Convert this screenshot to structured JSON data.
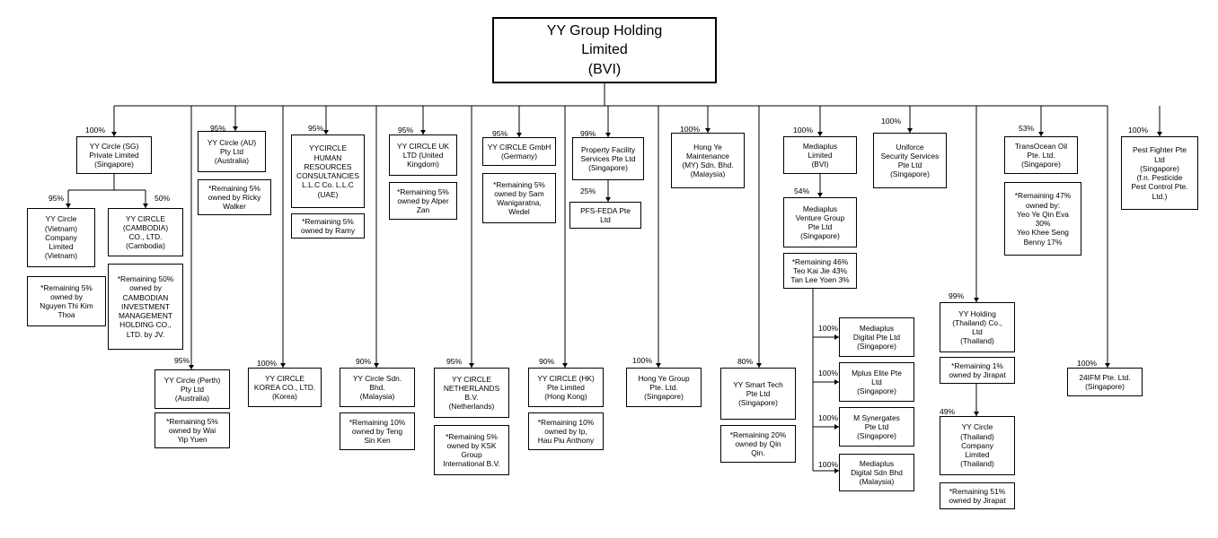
{
  "root": {
    "title": "YY Group Holding\nLimited\n(BVI)"
  },
  "entities": [
    {
      "name": "YY Circle (SG)\nPrivate Limited\n(Singapore)",
      "pct": "100%"
    },
    {
      "name": "YY Circle\n(Vietnam)\nCompany\nLimited\n(Vietnam)",
      "pct": "95%"
    },
    {
      "name": "YY CIRCLE\n(CAMBODIA)\nCO., LTD.\n(Cambodia)",
      "pct": "50%"
    },
    {
      "name": "*Remaining 5%\nowned by\nNguyen Thi Kim\nThoa"
    },
    {
      "name": "*Remaining 50%\nowned by\nCAMBODIAN\nINVESTMENT\nMANAGEMENT\nHOLDING CO.,\nLTD. by JV."
    },
    {
      "name": "YY Circle (AU)\nPty Ltd\n(Australia)",
      "pct": "95%"
    },
    {
      "name": "*Remaining 5%\nowned by Ricky\nWalker"
    },
    {
      "name": "YY Circle (Perth)\nPty Ltd\n(Australia)",
      "pct": "95%"
    },
    {
      "name": "*Remaining 5%\nowned by Wai\nYip Yuen"
    },
    {
      "name": "YYCIRCLE\nHUMAN\nRESOURCES\nCONSULTANCIES\nL.L.C Co. L.L.C\n(UAE)",
      "pct": "95%"
    },
    {
      "name": "*Remaining 5%\nowned by Ramy"
    },
    {
      "name": "YY CIRCLE\nKOREA CO., LTD.\n(Korea)",
      "pct": "100%"
    },
    {
      "name": "YY CIRCLE UK\nLTD (United\nKingdom)",
      "pct": "95%"
    },
    {
      "name": "*Remaining 5%\nowned by Alper\nZan"
    },
    {
      "name": "YY Circle Sdn.\nBhd.\n(Malaysia)",
      "pct": "90%"
    },
    {
      "name": "*Remaining 10%\nowned by Teng\nSin Ken"
    },
    {
      "name": "YY CIRCLE GmbH\n(Germany)",
      "pct": "95%"
    },
    {
      "name": "*Remaining 5%\nowned by Sam\nWanigaratna,\nWedel"
    },
    {
      "name": "YY CIRCLE\nNETHERLANDS\nB.V.\n(Netherlands)",
      "pct": "95%"
    },
    {
      "name": "*Remaining 5%\nowned by KSK\nGroup\nInternational B.V."
    },
    {
      "name": "Property Facility\nServices Pte Ltd\n(Singapore)",
      "pct": "99%"
    },
    {
      "name": "PFS-FEDA Pte\nLtd",
      "pct": "25%"
    },
    {
      "name": "YY CIRCLE (HK)\nPte Limited\n(Hong Kong)",
      "pct": "90%"
    },
    {
      "name": "*Remaining 10%\nowned by Ip,\nHau Piu Anthony"
    },
    {
      "name": "Hong Ye\nMaintenance\n(MY) Sdn. Bhd.\n(Malaysia)",
      "pct": "100%"
    },
    {
      "name": "Hong Ye Group\nPte. Ltd.\n(Singapore)",
      "pct": "100%"
    },
    {
      "name": "YY Smart Tech\nPte Ltd\n(Singapore)",
      "pct": "80%"
    },
    {
      "name": "*Remaining 20%\nowned by Qin\nQin."
    },
    {
      "name": "Mediaplus\nLimited\n(BVI)",
      "pct": "100%"
    },
    {
      "name": "Mediaplus\nVenture Group\nPte Ltd\n(Singapore)",
      "pct": "54%"
    },
    {
      "name": "*Remaining 46%\nTeo Kai Jie 43%\nTan Lee Yoen 3%"
    },
    {
      "name": "Mediaplus\nDigital Pte Ltd\n(Singapore)",
      "pct": "100%"
    },
    {
      "name": "Mplus Elite Pte\nLtd\n(Singapore)",
      "pct": "100%"
    },
    {
      "name": "M Synergates\nPte Ltd\n(Singapore)",
      "pct": "100%"
    },
    {
      "name": "Mediaplus\nDigital Sdn Bhd\n(Malaysia)",
      "pct": "100%"
    },
    {
      "name": "Uniforce\nSecurity Services\nPte Ltd\n(Singapore)",
      "pct": "100%"
    },
    {
      "name": "YY Holding\n(Thailand) Co.,\nLtd\n(Thailand)",
      "pct": "99%"
    },
    {
      "name": "*Remaining 1%\nowned by Jirapat"
    },
    {
      "name": "YY Circle\n(Thailand)\nCompany\nLimited\n(Thailand)",
      "pct": "49%"
    },
    {
      "name": "*Remaining 51%\nowned by Jirapat"
    },
    {
      "name": "TransOcean Oil\nPte. Ltd.\n(Singapore)",
      "pct": "53%"
    },
    {
      "name": "*Remaining 47%\nowned by:\nYeo Ye Qin Eva\n30%\nYeo Khee Seng\nBenny 17%"
    },
    {
      "name": "Pest Fighter Pte\nLtd\n(Singapore)\n(f.n. Pesticide\nPest Control Pte.\nLtd.)",
      "pct": "100%"
    },
    {
      "name": "24IFM Pte. Ltd.\n(Singapore)",
      "pct": "100%"
    }
  ]
}
